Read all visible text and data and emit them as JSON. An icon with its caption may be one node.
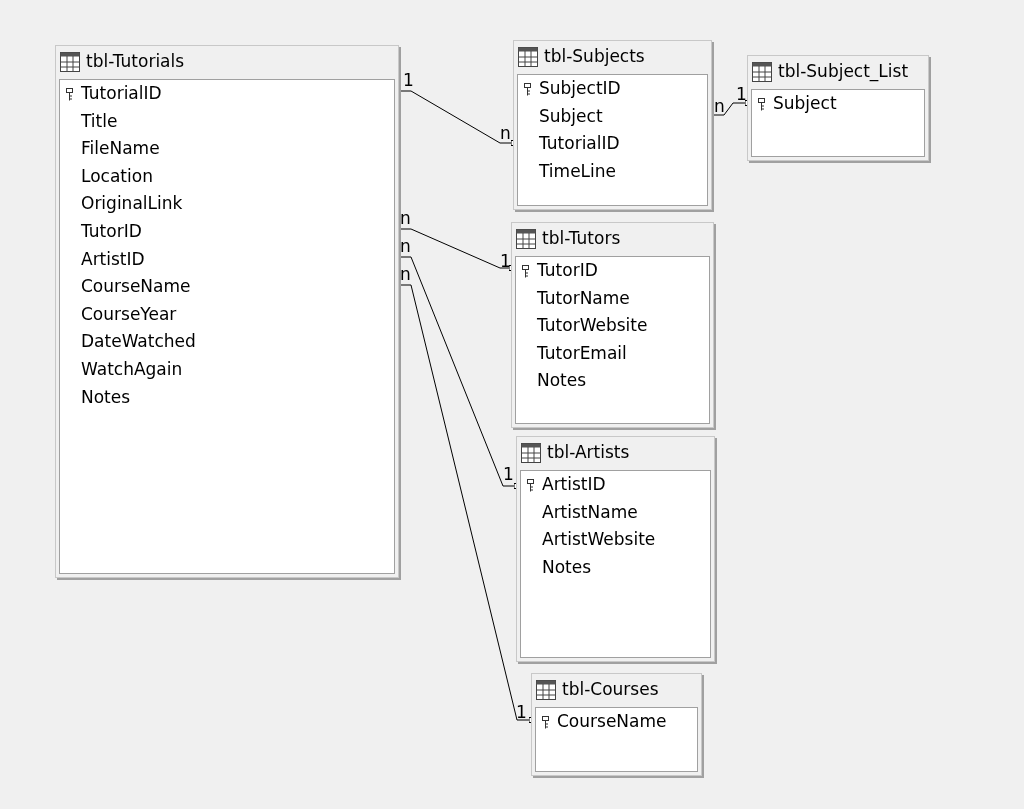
{
  "diagram": {
    "nodes": [
      {
        "text": [
          "tbl-Tutorials",
          "TutorialID",
          "Title",
          "FileName",
          "Location",
          "OriginalLink",
          "TutorID",
          "ArtistID",
          "CourseName",
          "CourseYear",
          "DateWatched",
          "WatchAgain",
          "Notes"
        ]
      },
      {
        "text": [
          "tbl-Subjects",
          "SubjectID",
          "Subject",
          "TutorialID",
          "TimeLine"
        ]
      },
      {
        "text": [
          "tbl-Subject_List",
          "Subject"
        ]
      },
      {
        "text": [
          "tbl-Tutors",
          "TutorID",
          "TutorName",
          "TutorWebsite",
          "TutorEmail",
          "Notes"
        ]
      },
      {
        "text": [
          "tbl-Artists",
          "ArtistID",
          "ArtistName",
          "ArtistWebsite",
          "Notes"
        ]
      },
      {
        "text": [
          "tbl-Courses",
          "CourseName"
        ]
      }
    ],
    "edges": [
      {
        "from": 0,
        "to": 1,
        "arrow": "other"
      },
      {
        "from": 1,
        "to": 2,
        "arrow": "other"
      },
      {
        "from": 0,
        "to": 3,
        "arrow": "other"
      },
      {
        "from": 0,
        "to": 4,
        "arrow": "other"
      },
      {
        "from": 0,
        "to": 5,
        "arrow": "other"
      }
    ],
    "labels": [
      "1",
      "1",
      "n",
      "n",
      "n",
      "n",
      "1",
      "n",
      "1",
      "1"
    ]
  }
}
